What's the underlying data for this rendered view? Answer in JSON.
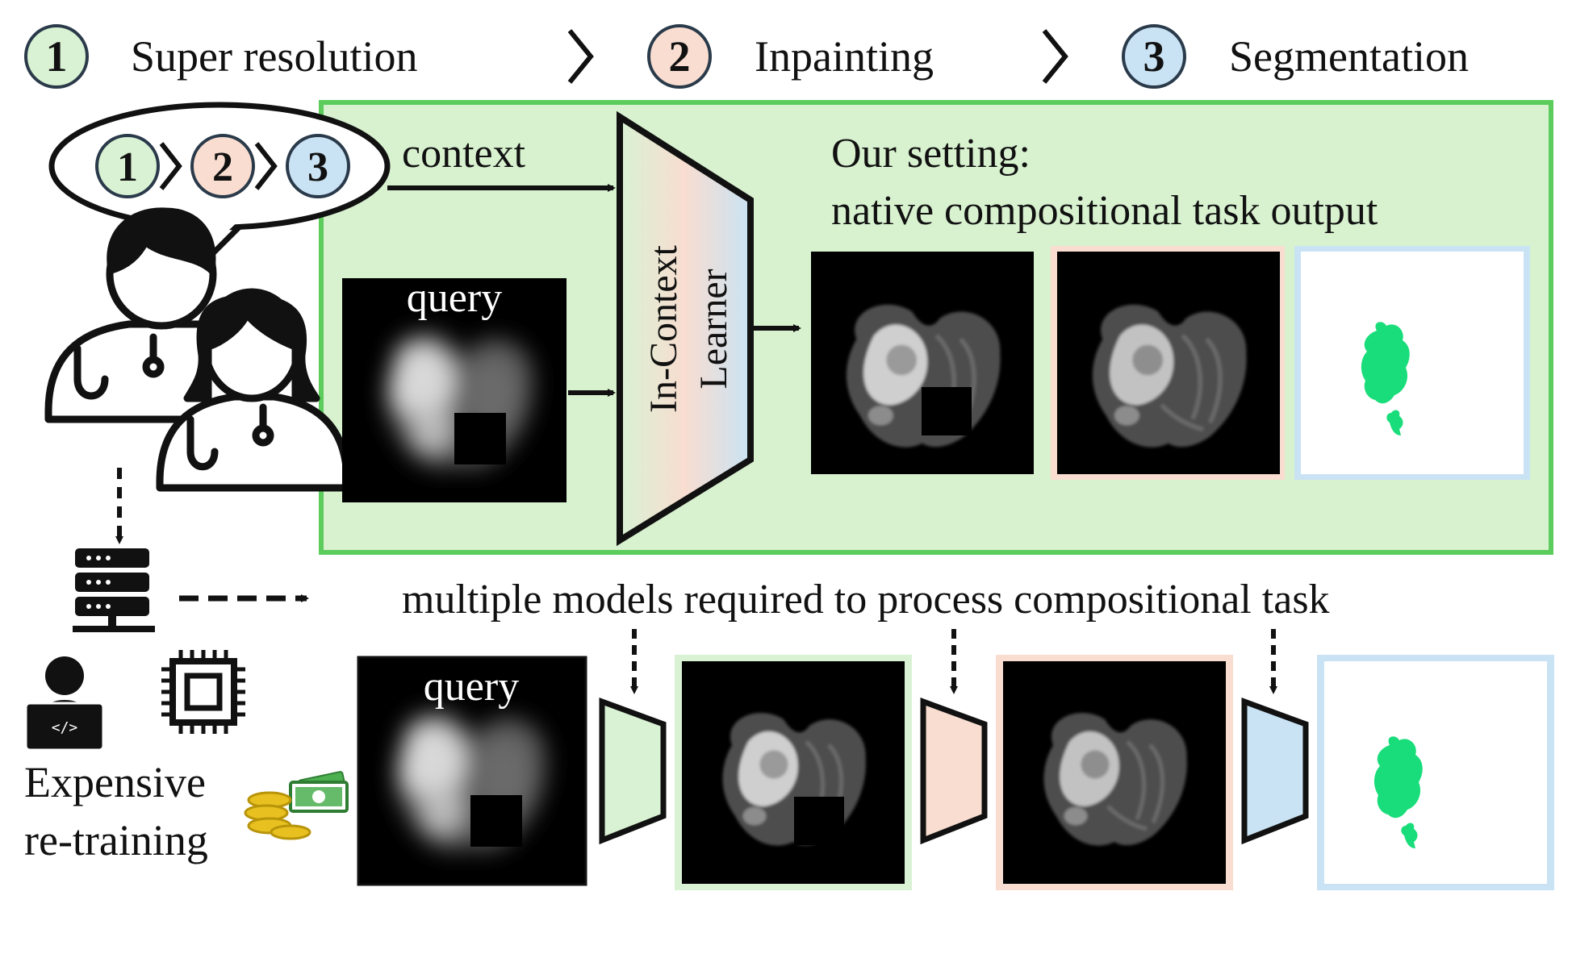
{
  "steps": [
    {
      "num": "1",
      "label": "Super resolution",
      "color": "#d9f2d3"
    },
    {
      "num": "2",
      "label": "Inpainting",
      "color": "#f8ddd0"
    },
    {
      "num": "3",
      "label": "Segmentation",
      "color": "#c9e3f4"
    }
  ],
  "bubble": {
    "nums": [
      "1",
      "2",
      "3"
    ]
  },
  "top_panel": {
    "context_label": "context",
    "query_label": "query",
    "learner_label_1": "In-Context",
    "learner_label_2": "Learner",
    "setting_title": "Our setting:",
    "setting_subtitle": "native compositional task output",
    "panel_bg": "#d8f2d0",
    "panel_border": "#5ccc5c"
  },
  "bottom_panel": {
    "caption": "multiple models required to process compositional task",
    "query_label": "query"
  },
  "left": {
    "cost_line_1": "Expensive",
    "cost_line_2": "re-training"
  },
  "colors": {
    "green": "#d9f2d3",
    "peach": "#f8ddd0",
    "blue": "#c9e3f4",
    "segment": "#19dd7a",
    "coin": "#e8c020",
    "bill": "#4caf50"
  }
}
